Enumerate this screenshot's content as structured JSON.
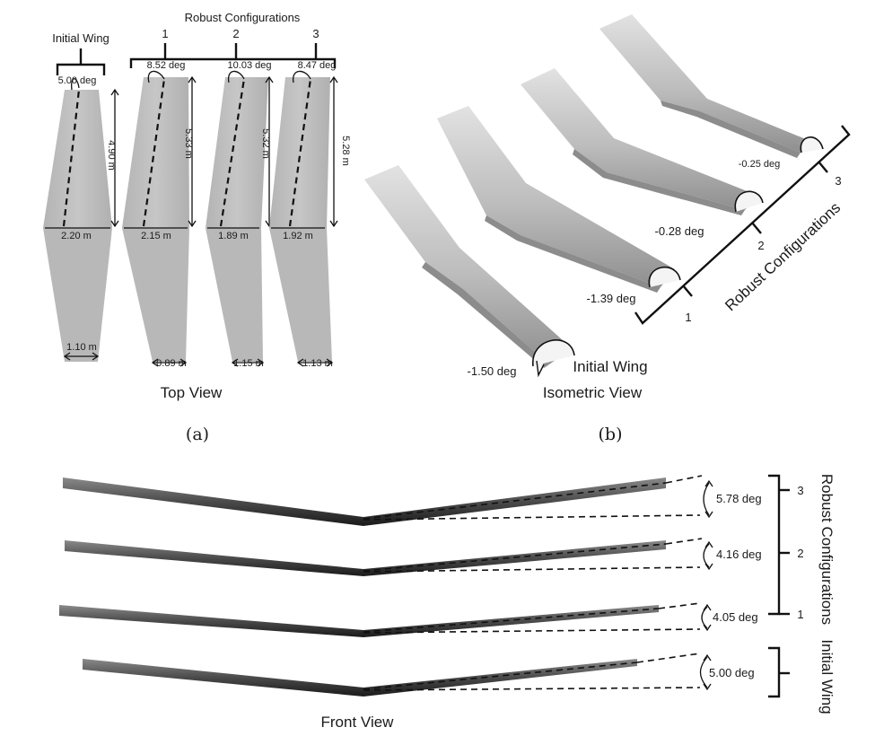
{
  "top_view": {
    "group_label": "Robust Configurations",
    "initial_label": "Initial Wing",
    "title": "Top View",
    "panel": "(a)",
    "wings": [
      {
        "index": "",
        "sweep": "5.00 deg",
        "span": "4.90 m",
        "root": "2.20 m",
        "tip": "1.10 m"
      },
      {
        "index": "1",
        "sweep": "8.52 deg",
        "span": "5.33 m",
        "root": "2.15 m",
        "tip": "0.89 m"
      },
      {
        "index": "2",
        "sweep": "10.03 deg",
        "span": "5.32 m",
        "root": "1.89 m",
        "tip": "1.15 m"
      },
      {
        "index": "3",
        "sweep": "8.47 deg",
        "span": "5.28 m",
        "root": "1.92 m",
        "tip": "1.13 m"
      }
    ]
  },
  "isometric_view": {
    "title": "Isometric View",
    "panel": "(b)",
    "group_label": "Robust Configurations",
    "initial_label": "Initial Wing",
    "twists": [
      "-1.50 deg",
      "-1.39 deg",
      "-0.28 deg",
      "-0.25 deg"
    ],
    "indices": [
      "1",
      "2",
      "3"
    ]
  },
  "front_view": {
    "title": "Front View",
    "group_label": "Robust Configurations",
    "initial_label": "Initial Wing",
    "dihedrals": [
      "5.78 deg",
      "4.16 deg",
      "4.05 deg",
      "5.00 deg"
    ],
    "indices": [
      "3",
      "2",
      "1"
    ]
  },
  "colors": {
    "wing_fill": "#bdbdbd",
    "wing_light": "#d2d2d2",
    "wing_dark": "#8e8e8e",
    "front_dark": "#2a2a2a",
    "line": "#111111"
  }
}
